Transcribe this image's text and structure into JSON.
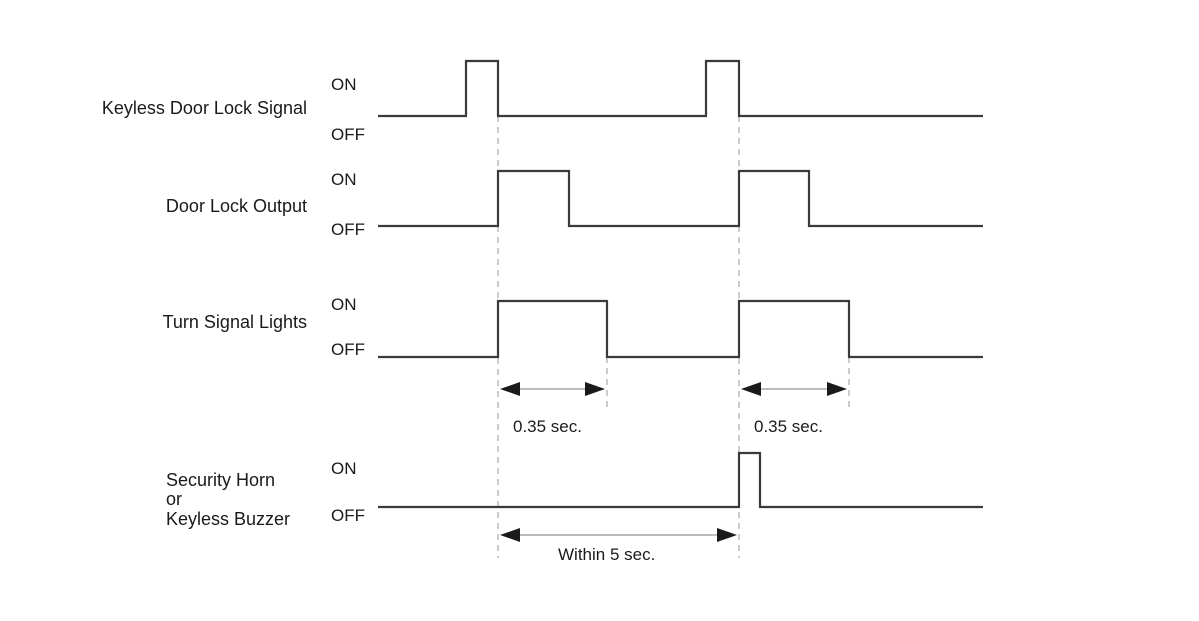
{
  "signals": [
    {
      "label_lines": [
        "Keyless Door Lock Signal"
      ],
      "on_label": "ON",
      "off_label": "OFF"
    },
    {
      "label_lines": [
        "Door Lock Output"
      ],
      "on_label": "ON",
      "off_label": "OFF"
    },
    {
      "label_lines": [
        "Turn Signal Lights"
      ],
      "on_label": "ON",
      "off_label": "OFF"
    },
    {
      "label_lines": [
        "Security Horn",
        "or",
        "Keyless Buzzer"
      ],
      "on_label": "ON",
      "off_label": "OFF"
    }
  ],
  "dimensions": [
    {
      "label": "0.35 sec."
    },
    {
      "label": "0.35 sec."
    },
    {
      "label": "Within 5 sec."
    }
  ]
}
